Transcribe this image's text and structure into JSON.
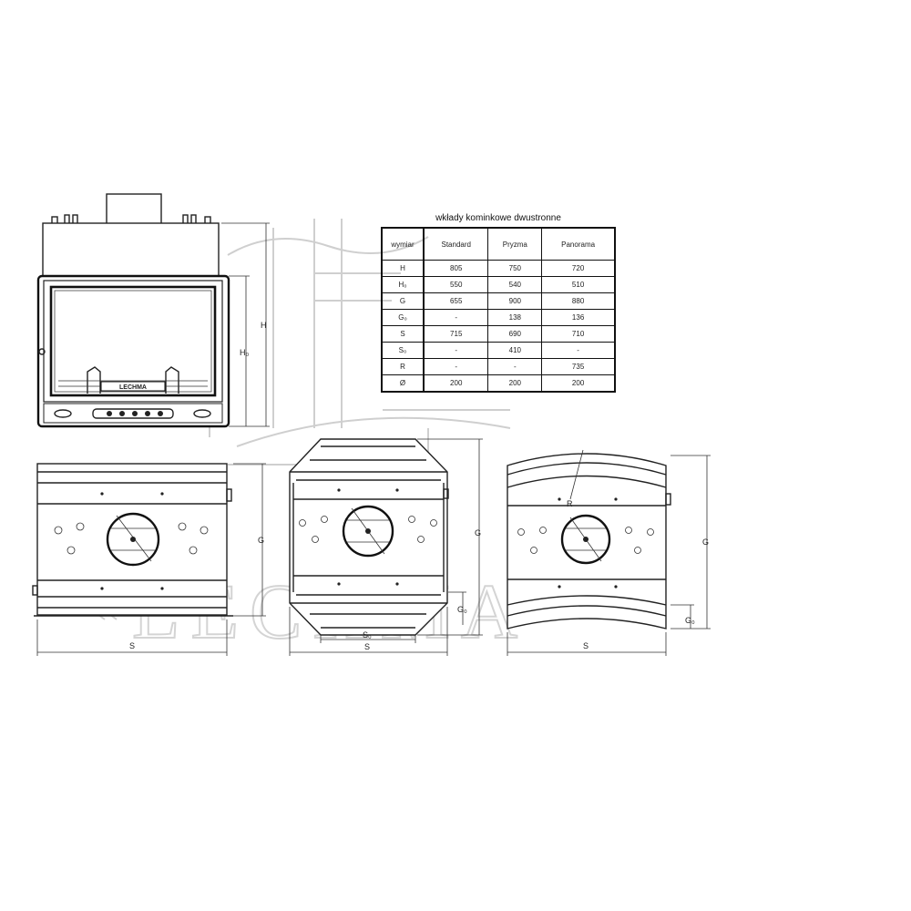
{
  "watermark": {
    "brand": "LECHMA"
  },
  "front_view": {
    "brand_label": "LECHMA",
    "dimension_labels": {
      "height": "H",
      "glass_height": "H₀"
    }
  },
  "views": [
    {
      "name": "Standard",
      "dimension_labels": {
        "depth": "G",
        "width": "S"
      }
    },
    {
      "name": "Pryzma",
      "dimension_labels": {
        "depth": "G",
        "width": "S",
        "inner_width": "S₀",
        "side_depth": "G₀"
      }
    },
    {
      "name": "Panorama",
      "dimension_labels": {
        "depth": "G",
        "width": "S",
        "radius": "R",
        "side_depth": "G₀"
      }
    }
  ],
  "table": {
    "title": "wkłady kominkowe dwustronne",
    "columns": [
      "wymiar",
      "Standard",
      "Pryzma",
      "Panorama"
    ],
    "rows": [
      [
        "H",
        "805",
        "750",
        "720"
      ],
      [
        "H₀",
        "550",
        "540",
        "510"
      ],
      [
        "G",
        "655",
        "900",
        "880"
      ],
      [
        "G₀",
        "-",
        "138",
        "136"
      ],
      [
        "S",
        "715",
        "690",
        "710"
      ],
      [
        "S₀",
        "-",
        "410",
        "-"
      ],
      [
        "R",
        "-",
        "-",
        "735"
      ],
      [
        "Ø",
        "200",
        "200",
        "200"
      ]
    ]
  }
}
